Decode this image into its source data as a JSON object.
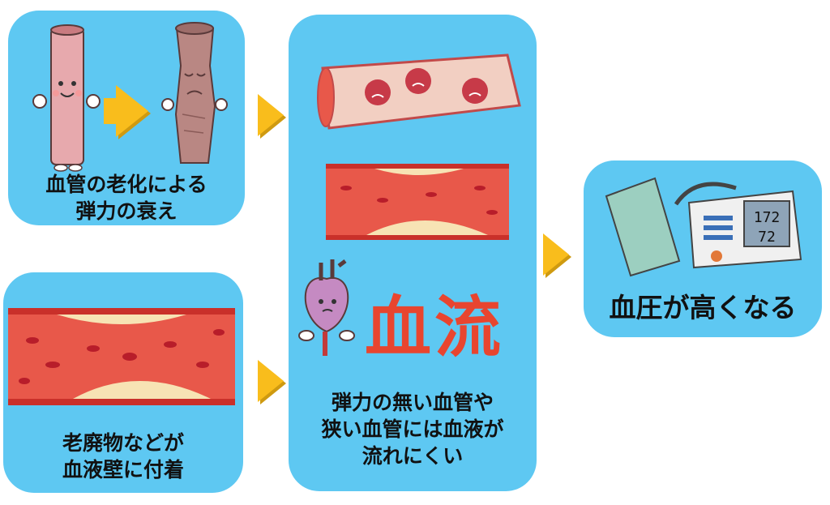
{
  "steps": {
    "aging": {
      "caption": "血管の老化による\n弾力の衰え"
    },
    "deposit": {
      "caption": "老廃物などが\n血液壁に付着"
    },
    "flow": {
      "caption": "弾力の無い血管や\n狭い血管には血液が\n流れにくい",
      "label": "血流"
    },
    "result": {
      "caption": "血圧が高くなる",
      "monitor_reading_top": "172",
      "monitor_reading_bottom": "72"
    }
  },
  "colors": {
    "panel": "#5ec8f2",
    "arrow": "#f9bd1c",
    "vessel": "#e8584a",
    "plaque": "#f7e3b4",
    "flow_text": "#e8452f"
  }
}
